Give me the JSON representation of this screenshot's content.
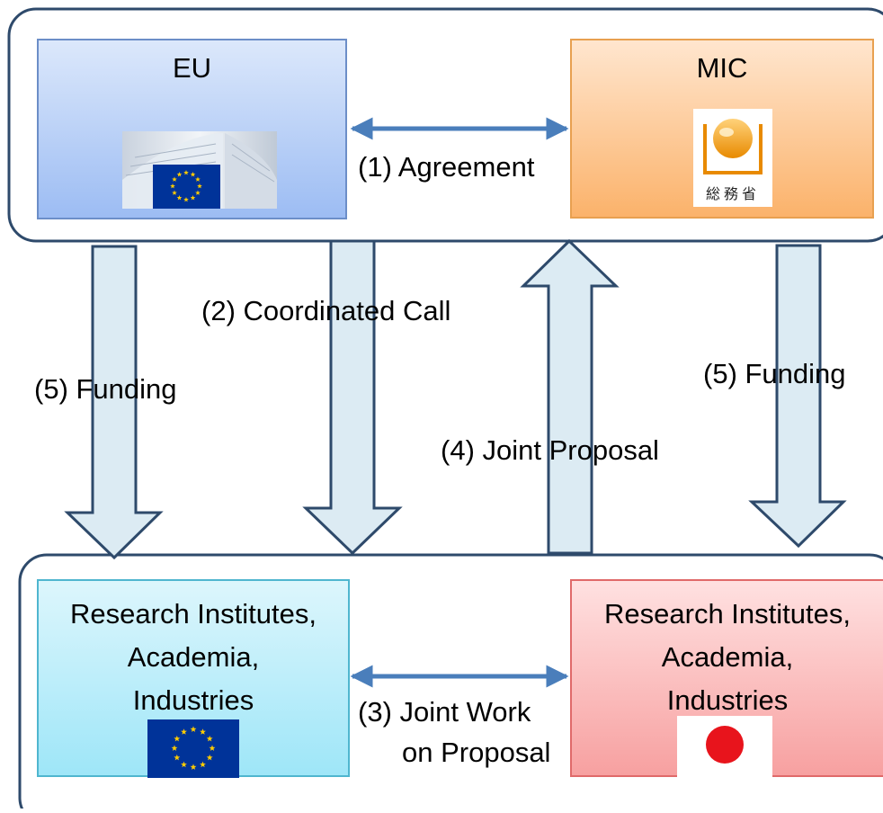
{
  "eu_box": {
    "title": "EU"
  },
  "mic_box": {
    "title": "MIC",
    "logo_text": "総務省"
  },
  "research_eu": {
    "lines": [
      "Research Institutes,",
      "Academia,",
      "Industries"
    ],
    "flag": "eu-flag-icon"
  },
  "research_jp": {
    "lines": [
      "Research Institutes,",
      "Academia,",
      "Industries"
    ],
    "flag": "japan-flag-icon"
  },
  "arrows": {
    "agreement": "(1) Agreement",
    "coordinated_call": "(2) Coordinated Call",
    "joint_work_line1": "(3) Joint Work",
    "joint_work_line2": "on Proposal",
    "joint_proposal": "(4) Joint Proposal",
    "funding_left": "(5) Funding",
    "funding_right": "(5) Funding"
  },
  "colors": {
    "frame": "#2E4A6B",
    "arrow_fill": "#DCEBF3",
    "arrow_stroke": "#2E4A6B",
    "double_arrow": "#4A7EBB",
    "eu_blue": "#003399",
    "eu_star": "#FFCC00",
    "mic_orange": "#F0A040",
    "jp_red": "#E8141C"
  }
}
